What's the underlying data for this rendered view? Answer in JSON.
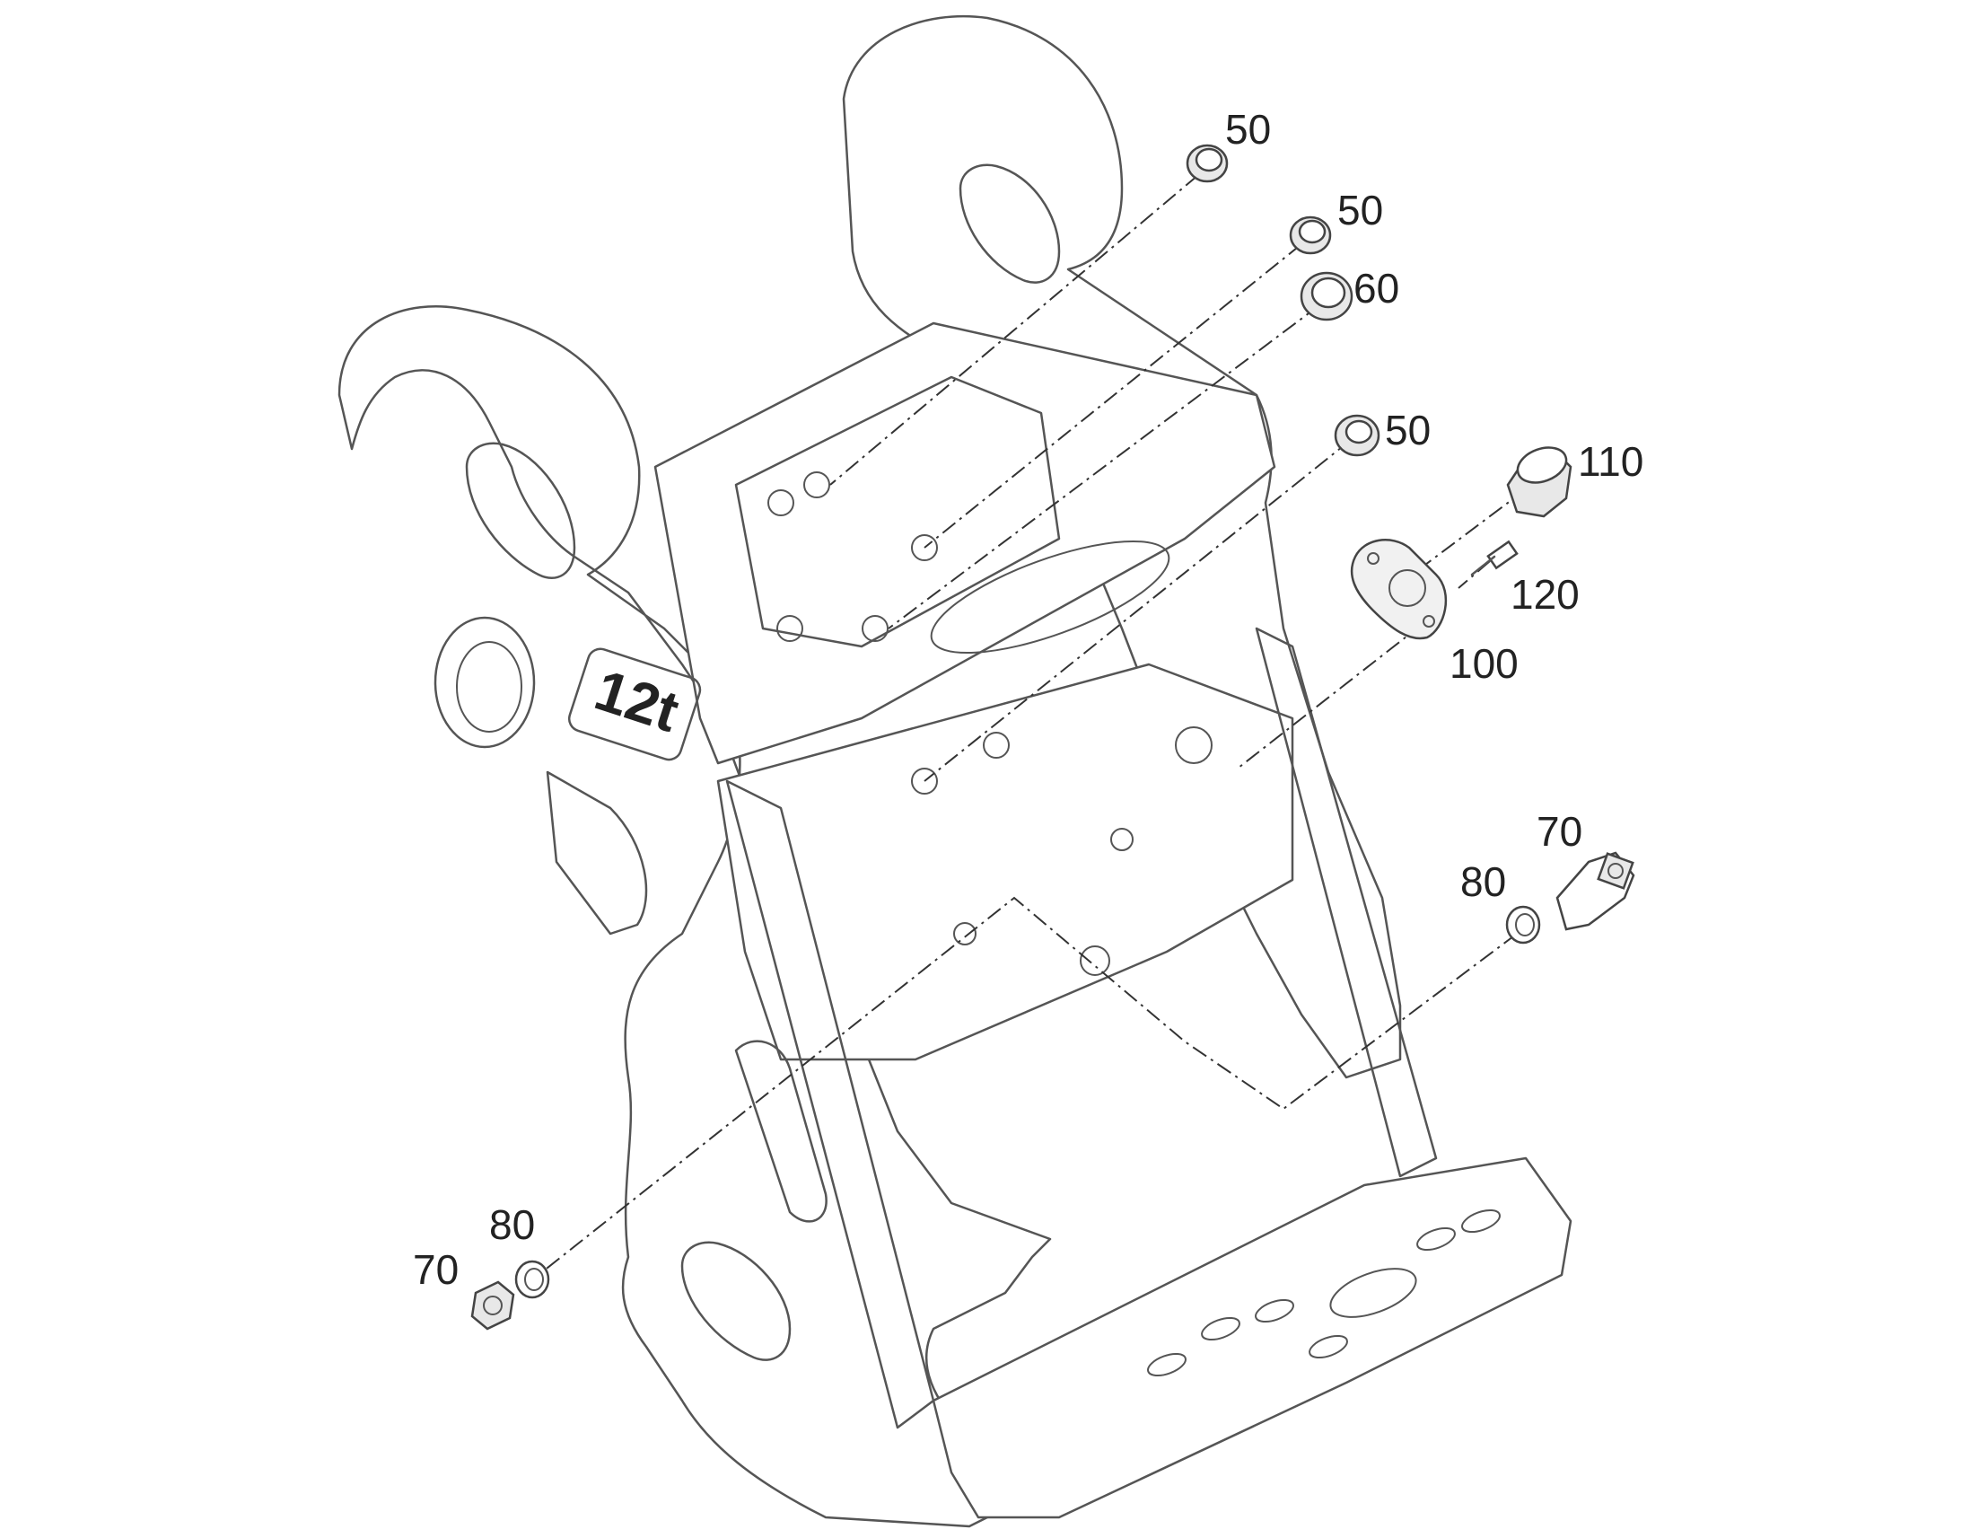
{
  "diagram": {
    "frame_marking": "12t",
    "callouts": [
      {
        "id": "callout-50-top",
        "label": "50"
      },
      {
        "id": "callout-50-second",
        "label": "50"
      },
      {
        "id": "callout-60",
        "label": "60"
      },
      {
        "id": "callout-50-third",
        "label": "50"
      },
      {
        "id": "callout-110",
        "label": "110"
      },
      {
        "id": "callout-120",
        "label": "120"
      },
      {
        "id": "callout-100",
        "label": "100"
      },
      {
        "id": "callout-70-right",
        "label": "70"
      },
      {
        "id": "callout-80-right",
        "label": "80"
      },
      {
        "id": "callout-80-left",
        "label": "80"
      },
      {
        "id": "callout-70-left",
        "label": "70"
      }
    ]
  }
}
